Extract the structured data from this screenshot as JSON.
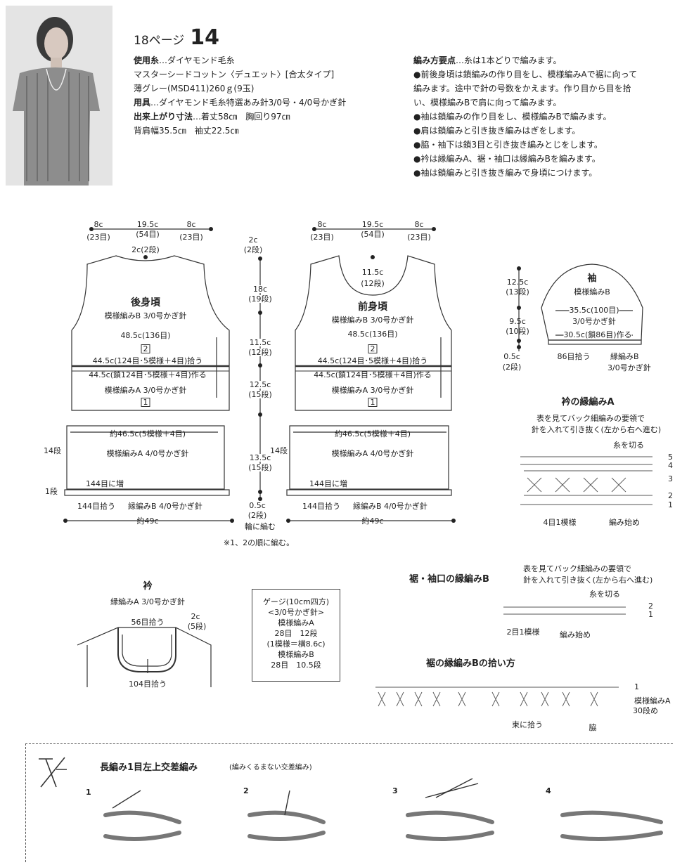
{
  "header": {
    "page_label": "18ページ",
    "pattern_no": "14",
    "materials_title": "使用糸",
    "materials_line1": "…ダイヤモンド毛糸",
    "materials_line2": "マスターシードコットン〈デュエット〉[合太タイプ]",
    "materials_line3": "薄グレー(MSD411)260ｇ(9玉)",
    "tools_title": "用具",
    "tools_text": "…ダイヤモンド毛糸特選あみ針3/0号・4/0号かぎ針",
    "size_title": "出来上がり寸法",
    "size_text": "…着丈58㎝　胸回り97㎝",
    "size_text2": "背肩幅35.5㎝　袖丈22.5㎝"
  },
  "instructions": {
    "title": "編み方要点",
    "title_suffix": "…糸は1本どりで編みます。",
    "lines": [
      "●前後身頃は鎖編みの作り目をし、模様編みAで裾に向って",
      "編みます。途中で針の号数をかえます。作り目から目を拾",
      "い、模様編みBで肩に向って編みます。",
      "●袖は鎖編みの作り目をし、模様編みBで編みます。",
      "●肩は鎖編みと引き抜き編みはぎをします。",
      "●脇・袖下は鎖3目と引き抜き編みとじをします。",
      "●衿は縁編みA、裾・袖口は縁編みBを編みます。",
      "●袖は鎖編みと引き抜き編みで身頃につけます。"
    ]
  },
  "back": {
    "top_l": "8c",
    "top_l_s": "(23目)",
    "top_m": "19.5c",
    "top_m_s": "(54目)",
    "top_r": "8c",
    "top_r_s": "(23目)",
    "neck": "2c(2段)",
    "title": "後身頃",
    "yoke": "模様編みB 3/0号かぎ針",
    "w1": "48.5c(136目)",
    "n2": "2",
    "pick": "44.5c(124目･5模様＋4目)拾う",
    "make": "44.5c(鎖124目･5模様＋4目)作る",
    "body_a": "模様編みA 3/0号かぎ針",
    "n1": "1",
    "w2": "約46.5c(5模様＋4目)",
    "lower_a": "模様編みA 4/0号かぎ針",
    "rows14": "14段",
    "row1": "1段",
    "inc": "144目に増",
    "hem_pick": "144目拾う",
    "hem_b": "縁編みB 4/0号かぎ針",
    "width": "約49c"
  },
  "front": {
    "top_l": "8c",
    "top_l_s": "(23目)",
    "top_m": "19.5c",
    "top_m_s": "(54目)",
    "top_r": "8c",
    "top_r_s": "(23目)",
    "neck_d": "11.5c",
    "neck_d_s": "(12段)",
    "title": "前身頃",
    "yoke": "模様編みB 3/0号かぎ針",
    "w1": "48.5c(136目)",
    "n2": "2",
    "pick": "44.5c(124目･5模様＋4目)拾う",
    "make": "44.5c(鎖124目･5模様＋4目)作る",
    "body_a": "模様編みA 3/0号かぎ針",
    "n1": "1",
    "w2": "約46.5c(5模様＋4目)",
    "lower_a": "模様編みA 4/0号かぎ針",
    "rows14": "14段",
    "inc": "144目に増",
    "hem_pick": "144目拾う",
    "hem_b": "縁編みB 4/0号かぎ針",
    "width": "約49c"
  },
  "center_dims": {
    "d1": "2c",
    "d1s": "(2段)",
    "d2": "18c",
    "d2s": "(19段)",
    "d3": "11.5c",
    "d3s": "(12段)",
    "d4": "12.5c",
    "d4s": "(15段)",
    "d5": "13.5c",
    "d5s": "(15段)",
    "d6": "0.5c",
    "d6s": "(2段)",
    "round": "輪に編む",
    "note": "※1、2の順に編む。"
  },
  "sleeve": {
    "title": "袖",
    "pattern": "模様編みB",
    "h1": "12.5c",
    "h1s": "(13段)",
    "h2": "9.5c",
    "h2s": "(10段)",
    "h3": "0.5c",
    "h3s": "(2段)",
    "w1": "35.5c(100目)",
    "needle": "3/0号かぎ針",
    "w2": "30.5c(鎖86目)作る",
    "pick": "86目拾う",
    "edge": "縁編みB",
    "edge_n": "3/0号かぎ針"
  },
  "edge_a": {
    "title": "衿の縁編みA",
    "note1": "表を見てバック細編みの要領で",
    "note2": "針を入れて引き抜く(左から右へ進む)",
    "cut": "糸を切る",
    "rows": [
      "5",
      "4",
      "3",
      "2",
      "1"
    ],
    "repeat": "4目1模様",
    "start": "編み始め"
  },
  "collar": {
    "title": "衿",
    "sub": "縁編みA 3/0号かぎ針",
    "pick56": "56目拾う",
    "d": "2c",
    "ds": "(5段)",
    "pick104": "104目拾う"
  },
  "gauge": {
    "lines": [
      "ゲージ(10cm四方)",
      "<3/0号かぎ針>",
      "模様編みA",
      "28目　12段",
      "(1模様＝横8.6c)",
      "模様編みB",
      "28目　10.5段"
    ]
  },
  "edge_b": {
    "title": "裾・袖口の縁編みB",
    "note1": "表を見てバック細編みの要領で",
    "note2": "針を入れて引き抜く(左から右へ進む)",
    "cut": "糸を切る",
    "rows": [
      "2",
      "1"
    ],
    "repeat": "2目1模様",
    "start": "編み始め"
  },
  "pickup": {
    "title": "裾の縁編みBの拾い方",
    "row": "1",
    "pattern_a": "模様編みA",
    "pattern_a_row": "30段め",
    "bundle": "束に拾う",
    "side": "脇"
  },
  "stitch_guide": {
    "title": "長編み1目左上交差編み",
    "subtitle": "(編みくるまない交差編み)",
    "steps": [
      "1",
      "2",
      "3",
      "4"
    ]
  }
}
